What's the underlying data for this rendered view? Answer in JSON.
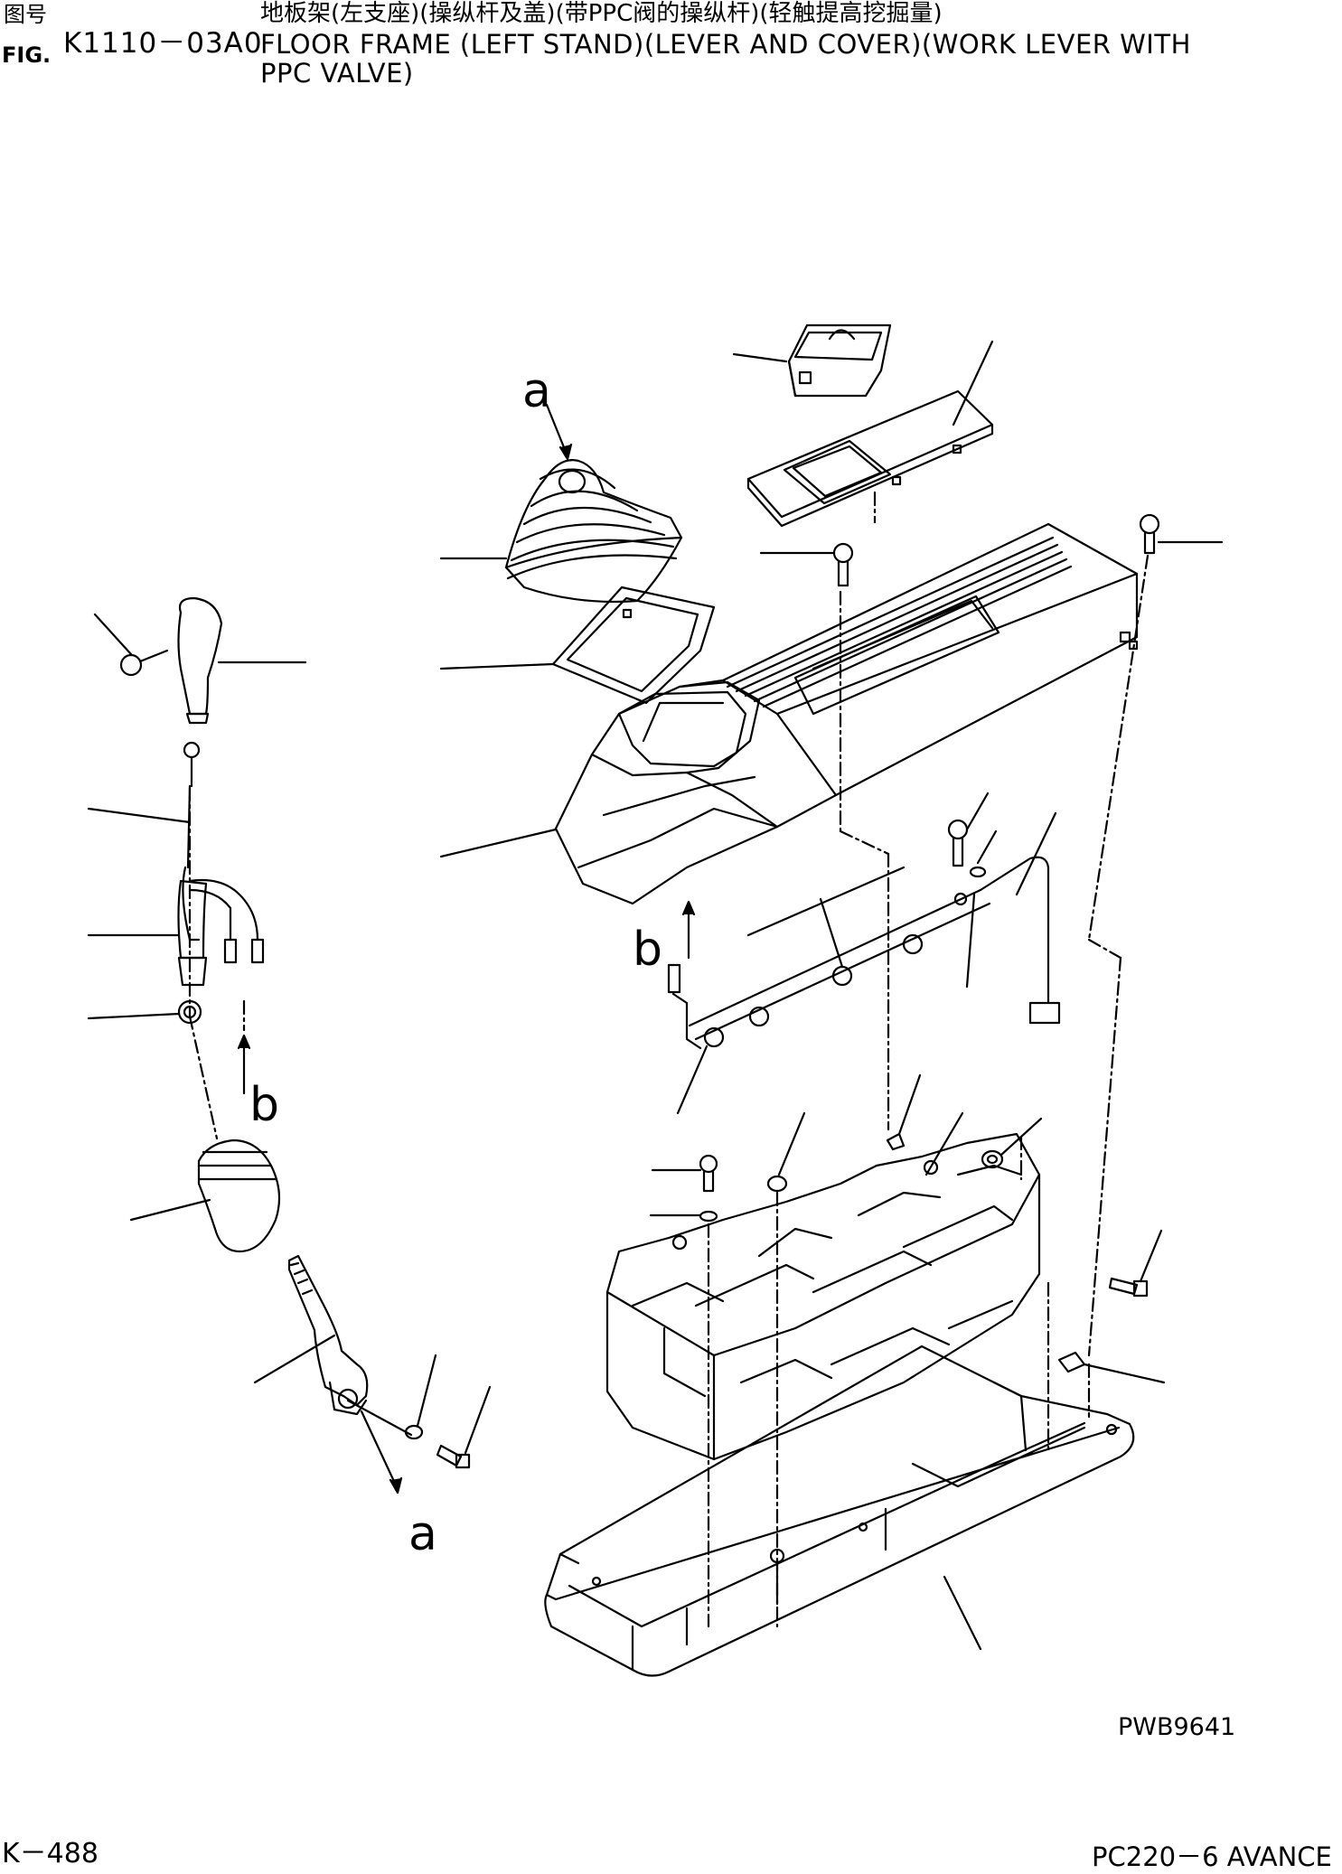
{
  "header": {
    "zh_fig_label": "图号",
    "en_fig_label": "FIG.",
    "figure_code": "K1110－03A0",
    "title_zh": "地板架(左支座)(操纵杆及盖)(带PPC阀的操纵杆)(轻触提高挖掘量)",
    "title_en_line1": "FLOOR FRAME (LEFT STAND)(LEVER AND COVER)(WORK LEVER WITH",
    "title_en_line2": "PPC VALVE)"
  },
  "callouts": {
    "a_top": "a",
    "a_bottom": "a",
    "b_right": "b",
    "b_left": "b"
  },
  "footer": {
    "drawing_code": "PWB9641",
    "page_number": "K－488",
    "model": "PC220－6 AVANCE"
  }
}
